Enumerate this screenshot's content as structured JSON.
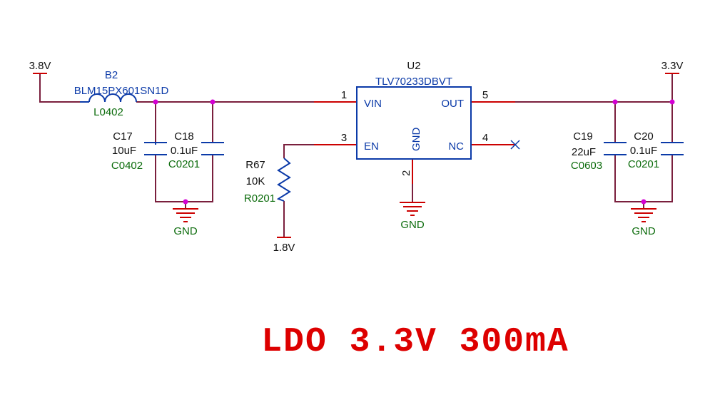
{
  "colors": {
    "net": "#7a1f3d",
    "red_wire": "#cc0000",
    "symbol": "#0b3aa8",
    "value": "#0b6b0b",
    "junction": "#d400d4",
    "title": "#dd0000",
    "text": "#111111"
  },
  "power": {
    "in_label": "3.8V",
    "out_label": "3.3V",
    "en_label": "1.8V"
  },
  "b2": {
    "ref": "B2",
    "part": "BLM15PX601SN1D",
    "footprint": "L0402"
  },
  "c17": {
    "ref": "C17",
    "value": "10uF",
    "footprint": "C0402"
  },
  "c18": {
    "ref": "C18",
    "value": "0.1uF",
    "footprint": "C0201"
  },
  "c19": {
    "ref": "C19",
    "value": "22uF",
    "footprint": "C0603"
  },
  "c20": {
    "ref": "C20",
    "value": "0.1uF",
    "footprint": "C0201"
  },
  "r67": {
    "ref": "R67",
    "value": "10K",
    "footprint": "R0201"
  },
  "u2": {
    "ref": "U2",
    "part": "TLV70233DBVT",
    "pins": {
      "vin": {
        "name": "VIN",
        "num": "1"
      },
      "en": {
        "name": "EN",
        "num": "3"
      },
      "gnd": {
        "name": "GND",
        "num": "2"
      },
      "out": {
        "name": "OUT",
        "num": "5"
      },
      "nc": {
        "name": "NC",
        "num": "4"
      }
    }
  },
  "gnd": {
    "left": "GND",
    "mid": "GND",
    "right": "GND"
  },
  "title": "LDO 3.3V 300mA"
}
